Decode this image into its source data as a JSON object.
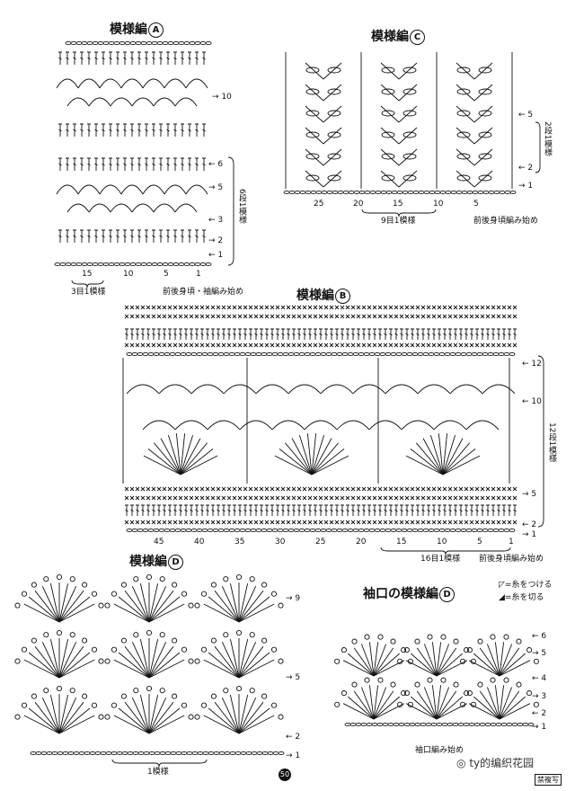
{
  "pattern_a": {
    "title": "模様編",
    "letter": "A",
    "row_labels": [
      "10",
      "6",
      "5",
      "3",
      "2",
      "1"
    ],
    "bracket_label": "6段1模様",
    "stitch_numbers": [
      "15",
      "10",
      "5",
      "1"
    ],
    "repeat_label": "3目1模様",
    "start_label": "前後身頃・袖編み始め"
  },
  "pattern_c": {
    "title": "模様編",
    "letter": "C",
    "row_labels": [
      "5",
      "2",
      "1"
    ],
    "bracket_label": "2段1模様",
    "stitch_numbers": [
      "25",
      "20",
      "15",
      "10",
      "5"
    ],
    "repeat_label": "9目1模様",
    "start_label": "前後身頃編み始め"
  },
  "pattern_b": {
    "title": "模様編",
    "letter": "B",
    "row_labels": [
      "12",
      "10",
      "5",
      "2",
      "1"
    ],
    "bracket_label": "12段1模様",
    "stitch_numbers": [
      "45",
      "40",
      "35",
      "30",
      "25",
      "20",
      "15",
      "10",
      "5",
      "1"
    ],
    "repeat_label": "16目1模様",
    "start_label": "前後身頃編み始め"
  },
  "pattern_d": {
    "title": "模様編",
    "letter": "D",
    "row_labels": [
      "9",
      "5",
      "2",
      "1"
    ],
    "repeat_label": "1模様"
  },
  "cuff": {
    "title": "袖口の模様編",
    "letter": "D",
    "row_labels": [
      "6",
      "5",
      "4",
      "3",
      "2",
      "1"
    ],
    "start_label": "袖口編み始め"
  },
  "legend": {
    "attach": "=糸をつける",
    "cut": "=糸を切る"
  },
  "page_number": "50",
  "watermark": "ty的编织花园",
  "badge": "禁複写"
}
